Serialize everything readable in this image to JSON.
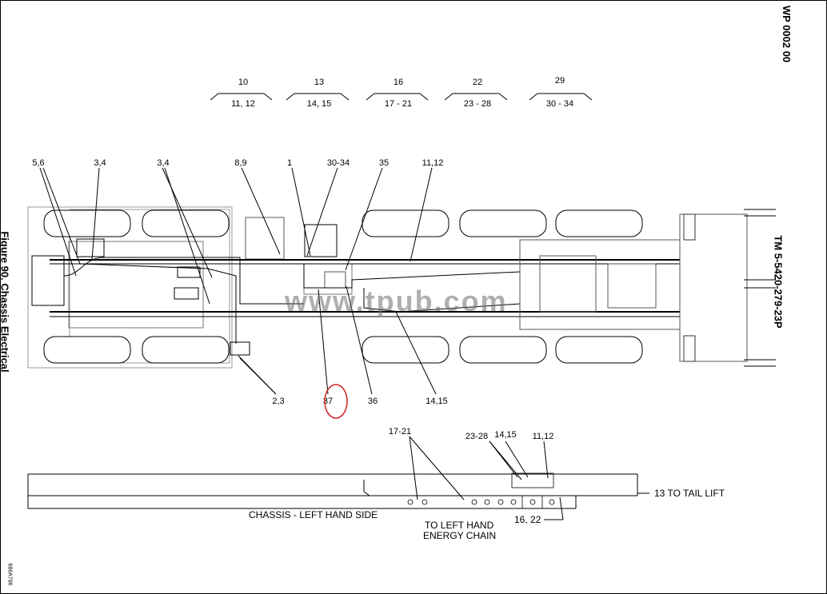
{
  "header": {
    "wp_number": "WP 0002 00",
    "tm_number": "TM 5-5420-279-23P",
    "figure_title": "Figure 90. Chassis Electrical",
    "drawing_id": "686A796"
  },
  "watermark": "www.tpub.com",
  "detail_refs": [
    {
      "top": "10",
      "bottom": "11, 12"
    },
    {
      "top": "13",
      "bottom": "14, 15"
    },
    {
      "top": "16",
      "bottom": "17 - 21"
    },
    {
      "top": "22",
      "bottom": "23 - 28"
    },
    {
      "top": "29",
      "bottom": "30 - 34"
    }
  ],
  "callouts_top": [
    "5,6",
    "3,4",
    "3,4",
    "8,9",
    "1",
    "30-34",
    "35",
    "11,12"
  ],
  "callouts_bottom": [
    "2,3",
    "37",
    "36",
    "14,15"
  ],
  "side_view": {
    "callouts": [
      "17-21",
      "23-28",
      "14,15",
      "11,12"
    ],
    "tail_lift": "13  TO TAIL LIFT",
    "chassis_side": "CHASSIS  - LEFT HAND SIDE",
    "energy_chain_1": "TO LEFT HAND",
    "energy_chain_2": "ENERGY CHAIN",
    "ref_16_22": "16, 22"
  },
  "colors": {
    "highlight_circle": "#d02020",
    "watermark": "#6e6e6e"
  }
}
